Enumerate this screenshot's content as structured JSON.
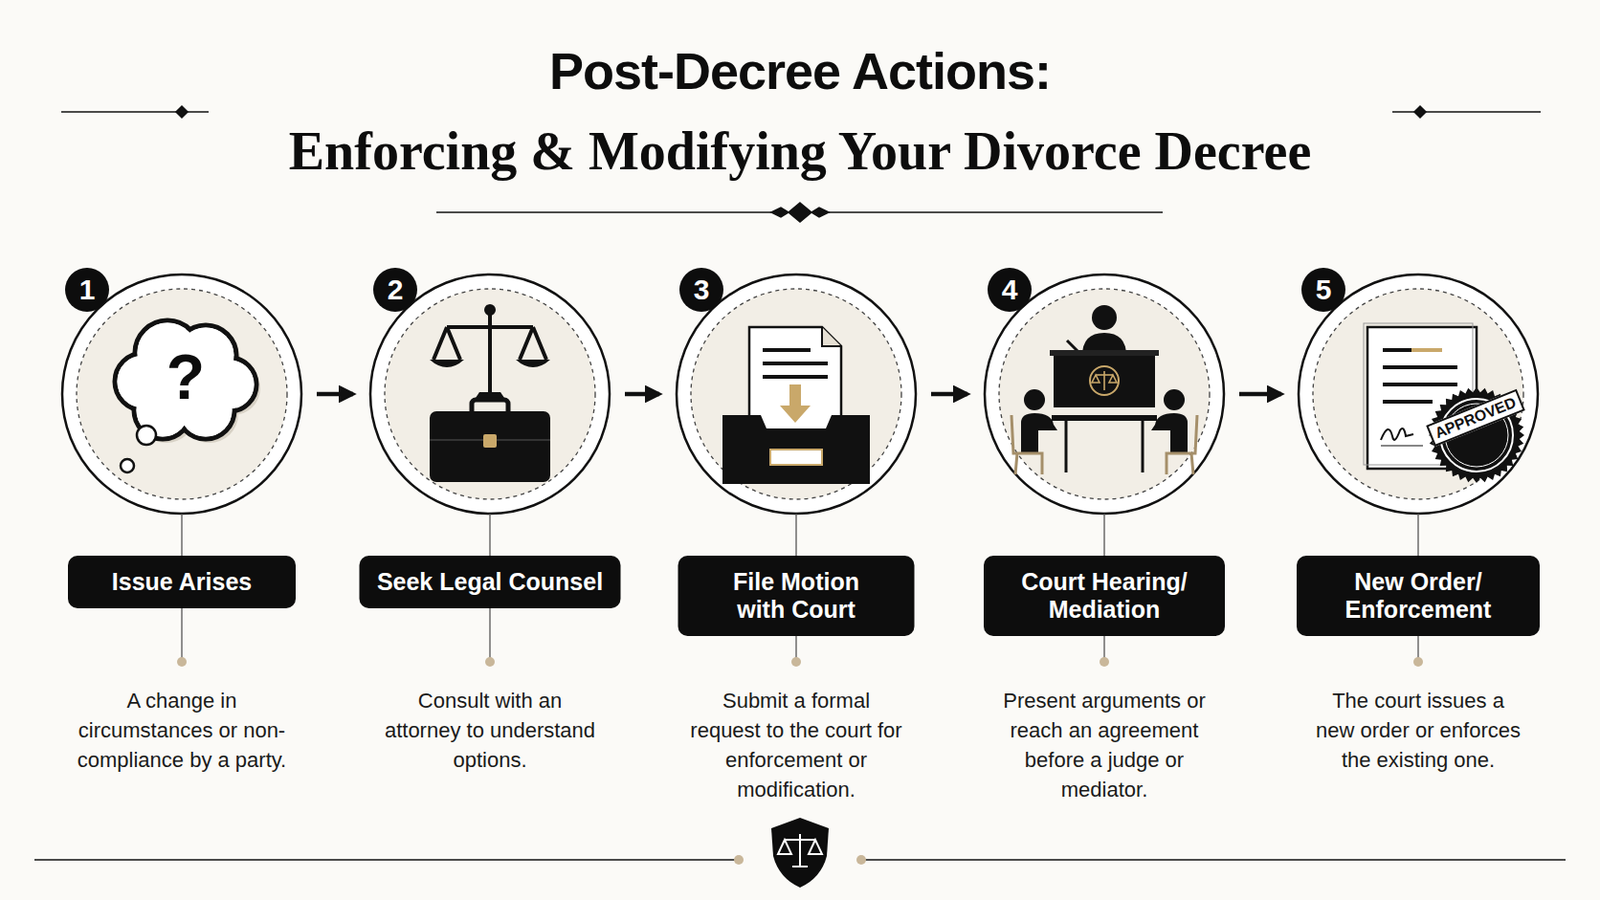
{
  "diagram": {
    "title": "Post-Decree Actions:",
    "nodes": [
      {
        "text": [
          "Issue Arises",
          "A change in circumstances or non-compliance by a party."
        ]
      },
      {
        "text": [
          "Seek Legal Counsel",
          "Consult with an attorney to understand options."
        ]
      },
      {
        "text": [
          "File Motion with Court",
          "Submit a formal request to the court for enforcement or modification."
        ]
      },
      {
        "text": [
          "Court Hearing/ Mediation",
          "Present arguments or reach an agreement before a judge or mediator."
        ]
      },
      {
        "text": [
          "New Order/ Enforcement",
          "The court issues a new order or enforces the existing one."
        ]
      }
    ],
    "edges": [
      {
        "from": 0,
        "to": 1,
        "arrow": "to"
      },
      {
        "from": 1,
        "to": 2,
        "arrow": "to"
      },
      {
        "from": 2,
        "to": 3,
        "arrow": "to"
      },
      {
        "from": 3,
        "to": 4,
        "arrow": "to"
      }
    ],
    "labels": [
      "Enforcing & Modifying Your Divorce Decree",
      "1",
      "?",
      "2",
      "3",
      "4",
      "5",
      "APPROVED"
    ]
  }
}
